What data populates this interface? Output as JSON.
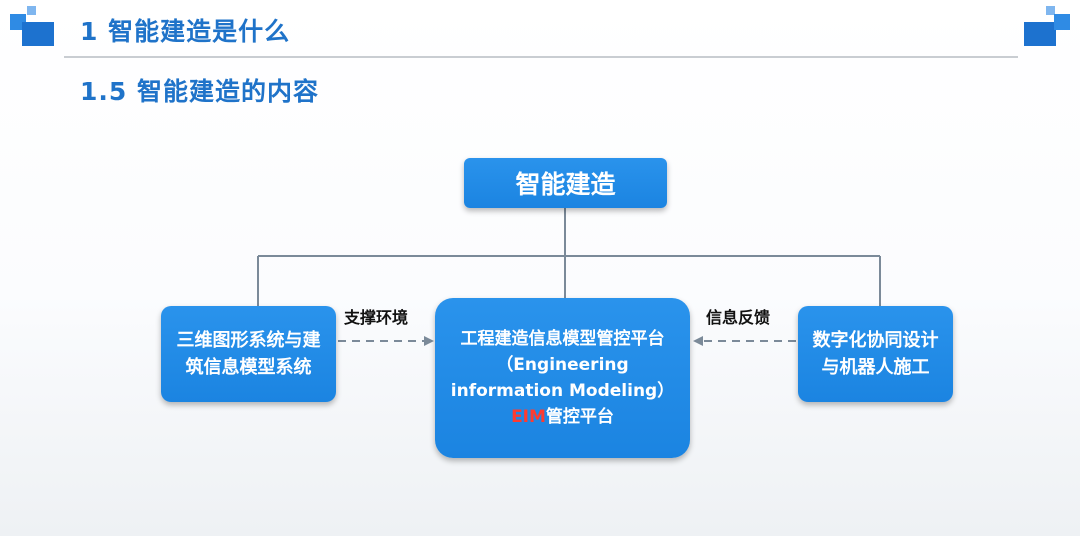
{
  "header": {
    "title": "1 智能建造是什么",
    "subtitle": "1.5 智能建造的内容"
  },
  "diagram": {
    "root": "智能建造",
    "left_node": "三维图形系统与建筑信息模型系统",
    "center_node": {
      "line1": "工程建造信息模型管控平台（Engineering information Modeling）",
      "abbr": "EIM",
      "line2": "管控平台"
    },
    "right_node": "数字化协同设计与机器人施工",
    "left_arrow_label": "支撑环境",
    "right_arrow_label": "信息反馈"
  },
  "colors": {
    "accent": "#1f73c9",
    "node_fill": "#1f8ae5",
    "connector": "#7b8a99",
    "highlight": "#ff3b30"
  }
}
